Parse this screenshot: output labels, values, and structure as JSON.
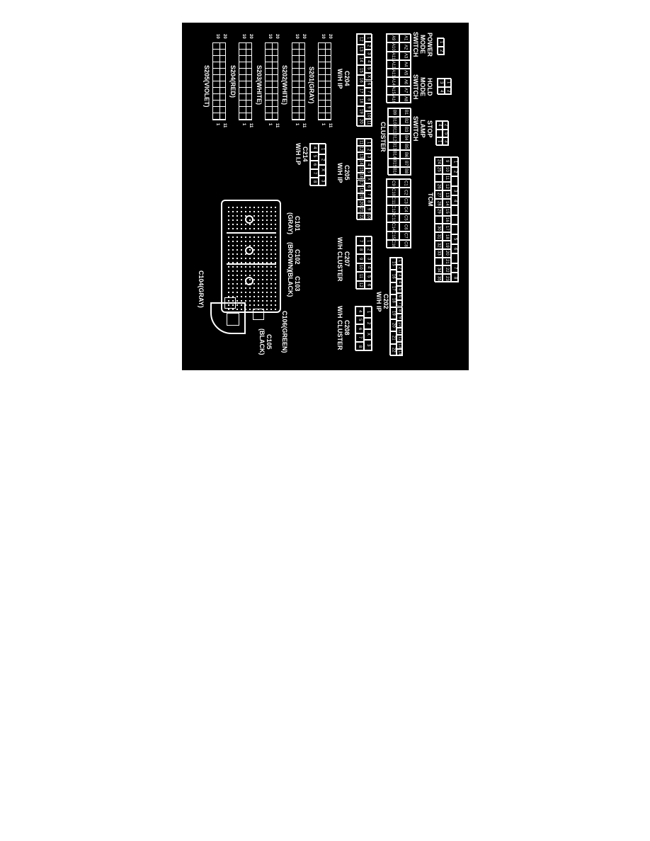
{
  "colors": {
    "background": "#000000",
    "lines": "#ffffff",
    "page": "#ffffff"
  },
  "labels": {
    "power_mode_switch": "POWER\nMODE\nSWITCH",
    "hold_mode_switch": "HOLD\nMODE\nSWITCH",
    "stop_lamp_switch": "STOP\nLAMP\nSWITCH",
    "tcm": "TCM",
    "cluster": "CLUSTER",
    "c204": "C204\nW/H IP",
    "c205": "C205\nW/H IP",
    "c214": "C214\nW/H I.P",
    "s201": "S201(GRAY)",
    "s202": "S202(WHITE)",
    "s203": "S203(WHITE)",
    "s204": "S204(RED)",
    "s205": "S205(VIOLET)",
    "c207": "C207\nW/H CLUSTER",
    "c202": "C202\nW/H IP",
    "c208": "C208\nW/H CLUSTER",
    "c101": "C101\n(GRAY)",
    "c102": "C102\n(BROWN)",
    "c103": "C103\n(BLACK)",
    "c104": "C104(GRAY)",
    "c105": "C105\n(BLACK)",
    "c106": "C106(GREEN)"
  },
  "connectors": {
    "power": {
      "rows": [
        [
          "1",
          "2"
        ]
      ]
    },
    "hold": {
      "rows": [
        [
          "1",
          "2"
        ],
        [
          "3",
          "4"
        ]
      ]
    },
    "stop": {
      "rows": [
        [
          "2",
          "5",
          "3"
        ],
        [
          "4",
          "",
          "1"
        ]
      ]
    },
    "tcm": {
      "rows": [
        [
          "1",
          "2",
          "",
          "3",
          "4",
          "",
          "",
          "",
          "5",
          "6",
          "",
          "7",
          "8"
        ],
        [
          "9",
          "10",
          "11",
          "12",
          "13",
          "14",
          "15",
          "16",
          "17",
          "18",
          "19",
          "20",
          "21",
          "22",
          "23"
        ],
        [
          "24",
          "25",
          "",
          "26",
          "27",
          "28",
          "29",
          "",
          "30",
          "31",
          "32",
          "33",
          "",
          "34",
          "35"
        ]
      ]
    },
    "cluster1": {
      "rows": [
        [
          "A1",
          "A2",
          "A3",
          "A4",
          "A5",
          "A6",
          "A7",
          "A8"
        ],
        [
          "A9",
          "A10",
          "A11",
          "A12",
          "A13",
          "A14",
          "A15",
          "A16"
        ]
      ]
    },
    "cluster2": {
      "rows": [
        [
          "B1",
          "B2",
          "B3",
          "B4",
          "B5",
          "B6",
          "B7",
          "B8"
        ],
        [
          "B9",
          "B10",
          "B11",
          "B12",
          "B13",
          "B14",
          "B15",
          "B16"
        ]
      ]
    },
    "cluster3": {
      "rows": [
        [
          "C1",
          "C2",
          "C3",
          "C4",
          "C5",
          "C6",
          "C7",
          "C8"
        ],
        [
          "C9",
          "C10",
          "C11",
          "C12",
          "C13",
          "C14",
          "C15",
          "C16"
        ]
      ]
    },
    "c204": {
      "rows": [
        [
          "1",
          "2",
          "3",
          "4",
          "5",
          "X",
          "6",
          "7",
          "8",
          "9",
          "10",
          "11"
        ],
        [
          "12",
          "13",
          "14",
          "15",
          "16",
          "17",
          "18",
          "19",
          "20"
        ]
      ]
    },
    "c205": {
      "rows": [
        [
          "1",
          "2",
          "3",
          "4",
          "5",
          "X",
          "6",
          "7",
          "8",
          "9",
          "10"
        ],
        [
          "11",
          "12",
          "13",
          "14",
          "15",
          "16",
          "17",
          "18",
          "19",
          "20",
          "21",
          "22"
        ]
      ]
    },
    "c214": {
      "rows": [
        [
          "1",
          "2",
          "X",
          "3"
        ],
        [
          "4",
          "5",
          "6",
          "7",
          "8"
        ]
      ]
    },
    "c207": {
      "rows": [
        [
          "1",
          "2",
          "3",
          "4",
          "5",
          "6"
        ],
        [
          "7",
          "8",
          "9",
          "10",
          "11",
          "12"
        ]
      ]
    },
    "c202": {
      "rows": [
        [
          "1",
          "2",
          "3",
          "4",
          "5",
          "6",
          "7",
          "8",
          "9",
          "10",
          "11",
          "12",
          "13",
          "14"
        ],
        [
          "15",
          "16",
          "17",
          "18",
          "19",
          "20",
          "21",
          "22"
        ]
      ]
    },
    "c208": {
      "rows": [
        [
          "1",
          "2",
          "X",
          "3"
        ],
        [
          "4",
          "5",
          "6",
          "7",
          "8"
        ]
      ]
    }
  },
  "splices": {
    "s201": {
      "ends": [
        "20",
        "10",
        "11",
        "1"
      ]
    },
    "s202": {
      "ends": [
        "20",
        "10",
        "11",
        "1"
      ]
    },
    "s203": {
      "ends": [
        "20",
        "10",
        "11",
        "1"
      ]
    },
    "s204": {
      "ends": [
        "20",
        "10",
        "11",
        "1"
      ]
    },
    "s205": {
      "ends": [
        "20",
        "10",
        "11",
        "1"
      ]
    }
  }
}
